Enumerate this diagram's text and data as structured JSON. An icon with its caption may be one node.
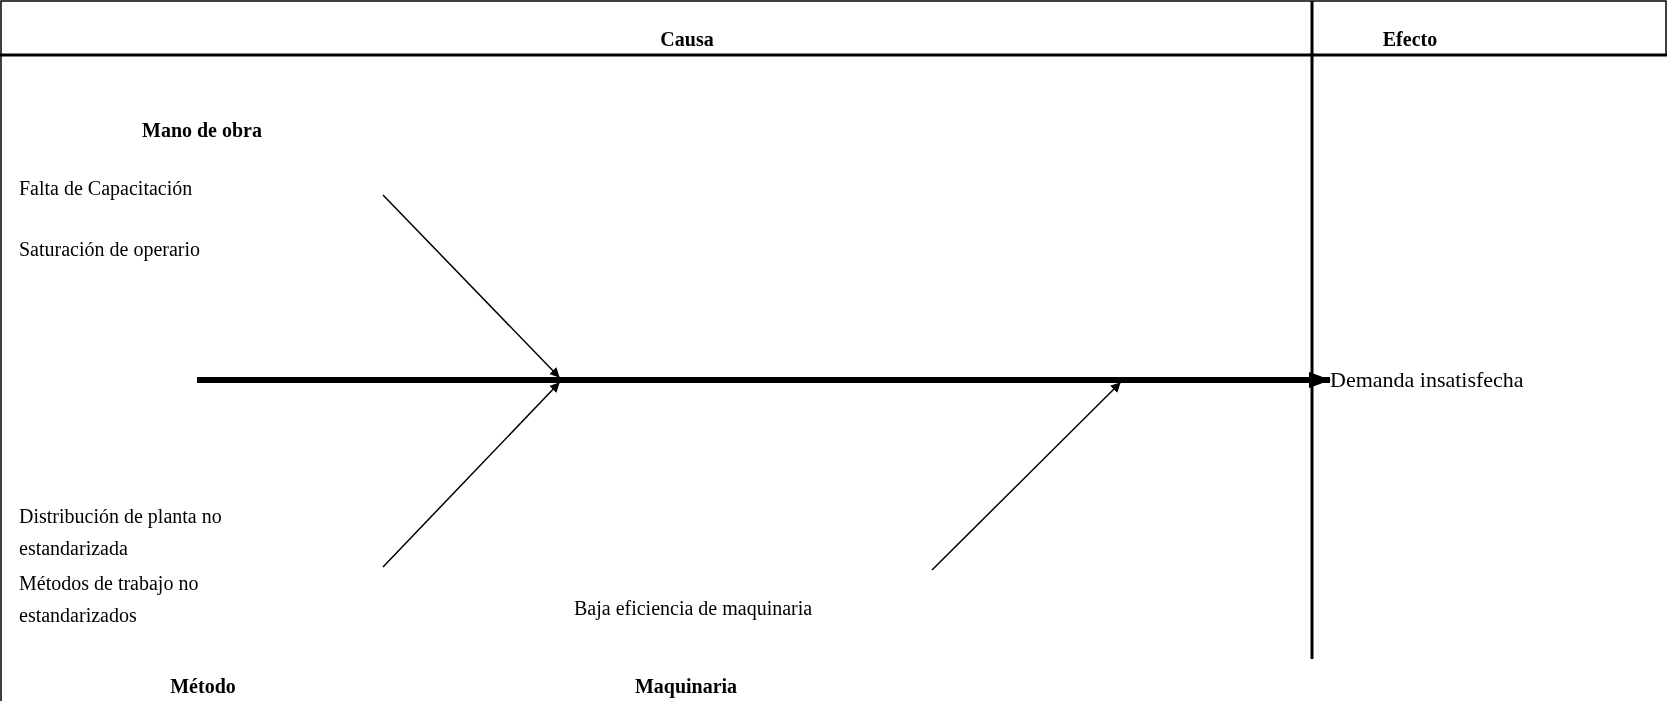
{
  "diagram": {
    "nodes": [
      {
        "text": [
          "Demanda insatisfecha"
        ]
      },
      {
        "text": [],
        "shape": "bar"
      }
    ],
    "edges": [
      {
        "from": null,
        "to": 1,
        "arrow": "to"
      },
      {
        "from": null,
        "to": 1,
        "arrow": "to"
      },
      {
        "from": null,
        "to": 1,
        "arrow": "to"
      },
      {
        "from": 1,
        "to": 0,
        "arrow": "to",
        "style": "thick"
      }
    ],
    "labels": [
      "Causa",
      "Efecto",
      "Mano de obra",
      "Falta de Capacitación",
      "Saturación de operario",
      "Distribución de planta no estandarizada",
      "Métodos de trabajo no estandarizados",
      "Baja eficiencia de maquinaria",
      "Método",
      "Maquinaria"
    ]
  }
}
